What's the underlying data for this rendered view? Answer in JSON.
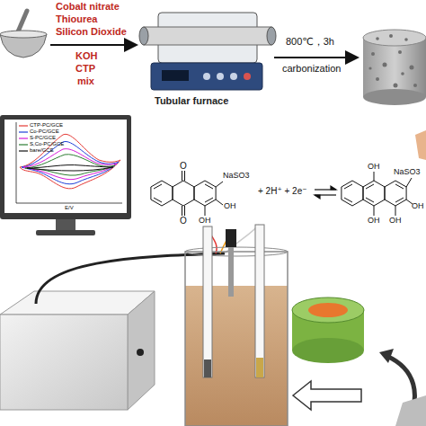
{
  "diagram": {
    "labels": [
      "Cobalt nitrate",
      "Thiourea",
      "Silicon Dioxide",
      "KOH",
      "CTP",
      "mix",
      "Tubular furnace",
      "800℃，3h",
      "carbonization",
      "NaSO3",
      "O",
      "O",
      "OH",
      "OH",
      "+ 2H⁺ + 2e⁻",
      "OH",
      "OH",
      "NaSO3",
      "OH",
      "OH",
      "E/V"
    ],
    "legend": [
      {
        "text": "CTP-PC/GCE"
      },
      {
        "text": "Co-PC/GCE"
      },
      {
        "text": "S-PC/GCE"
      },
      {
        "text": "S,Co-PC/GCE"
      },
      {
        "text": "bare/GCE"
      }
    ]
  }
}
